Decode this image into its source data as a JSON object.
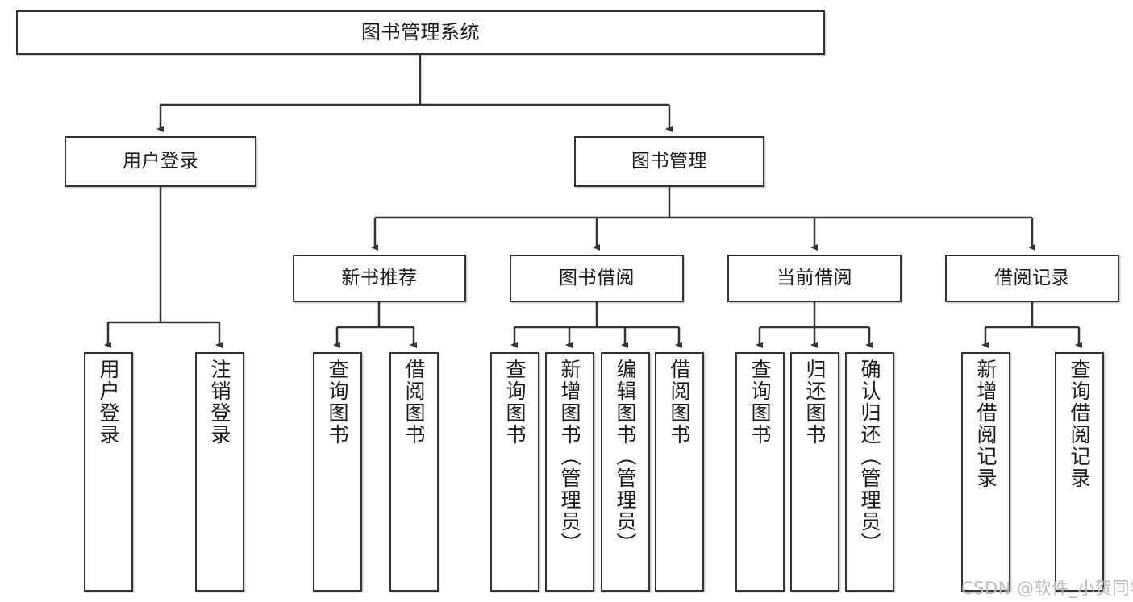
{
  "diagram": {
    "title": "图书管理系统",
    "type": "tree-hierarchy-diagram",
    "watermark": "CSDN @软件_小贺同学",
    "colors": {
      "box_border": "#333333",
      "box_fill": "#ffffff",
      "edge": "#333333",
      "text": "#1a1a1a",
      "watermark": "#b9b9b9",
      "background": "#ffffff"
    }
  },
  "nodes": {
    "root": {
      "label": "图书管理系统"
    },
    "level2": [
      {
        "label": "用户登录"
      },
      {
        "label": "图书管理"
      }
    ],
    "level3": [
      {
        "label": "新书推荐"
      },
      {
        "label": "图书借阅"
      },
      {
        "label": "当前借阅"
      },
      {
        "label": "借阅记录"
      }
    ],
    "leaves": {
      "user_login": [
        {
          "label": "用户登录"
        },
        {
          "label": "注销登录"
        }
      ],
      "new_book_recommend": [
        {
          "label": "查询图书"
        },
        {
          "label": "借阅图书"
        }
      ],
      "book_borrow": [
        {
          "label": "查询图书"
        },
        {
          "label": "新增图书（管理员）"
        },
        {
          "label": "编辑图书（管理员）"
        },
        {
          "label": "借阅图书"
        }
      ],
      "current_borrow": [
        {
          "label": "查询图书"
        },
        {
          "label": "归还图书"
        },
        {
          "label": "确认归还（管理员）"
        }
      ],
      "borrow_record": [
        {
          "label": "新增借阅记录"
        },
        {
          "label": "查询借阅记录"
        }
      ]
    }
  }
}
